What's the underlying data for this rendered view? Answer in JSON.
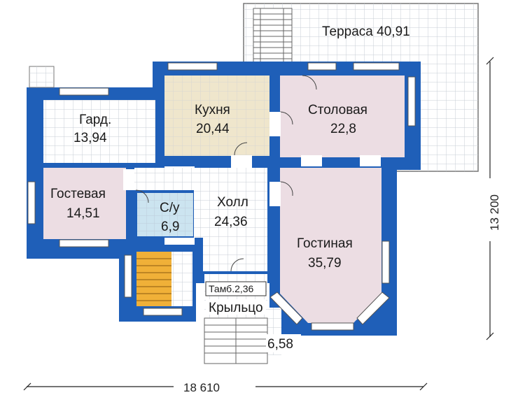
{
  "rooms": {
    "terrace": {
      "name": "Терраса",
      "area": "40,91"
    },
    "wardrobe": {
      "name": "Гард.",
      "area": "13,94"
    },
    "kitchen": {
      "name": "Кухня",
      "area": "20,44"
    },
    "dining": {
      "name": "Столовая",
      "area": "22,8"
    },
    "guest": {
      "name": "Гостевая",
      "area": "14,51"
    },
    "bathroom": {
      "name": "С/у",
      "area": "6,9"
    },
    "hall": {
      "name": "Холл",
      "area": "24,36"
    },
    "living": {
      "name": "Гостиная",
      "area": "35,79"
    },
    "vestibule": {
      "label": "Тамб.2,36"
    },
    "porch": {
      "name": "Крыльцо",
      "area": "6,58"
    }
  },
  "dimensions": {
    "width": "18 610",
    "height": "13 200"
  },
  "colors": {
    "wall": "#1f5fb8",
    "pink_room": "#ecdde3",
    "kitchen": "#efe6cc",
    "bathroom": "#cce4f0",
    "stairs": "#f0b038",
    "grid": "#c7cdd6"
  }
}
